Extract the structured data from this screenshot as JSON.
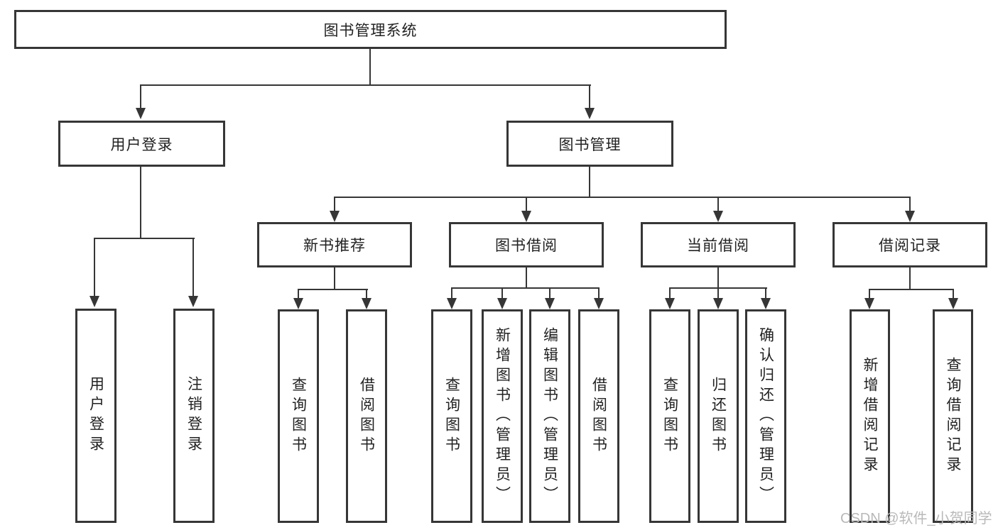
{
  "diagram": {
    "type": "tree",
    "root": {
      "label": "图书管理系统"
    },
    "branches": [
      {
        "label": "用户登录",
        "children": [
          {
            "label": "用户登录"
          },
          {
            "label": "注销登录"
          }
        ]
      },
      {
        "label": "图书管理",
        "children": [
          {
            "label": "新书推荐",
            "children": [
              {
                "label": "查询图书"
              },
              {
                "label": "借阅图书"
              }
            ]
          },
          {
            "label": "图书借阅",
            "children": [
              {
                "label": "查询图书"
              },
              {
                "label": "新增图书（管理员）"
              },
              {
                "label": "编辑图书（管理员）"
              },
              {
                "label": "借阅图书"
              }
            ]
          },
          {
            "label": "当前借阅",
            "children": [
              {
                "label": "查询图书"
              },
              {
                "label": "归还图书"
              },
              {
                "label": "确认归还（管理员）"
              }
            ]
          },
          {
            "label": "借阅记录",
            "children": [
              {
                "label": "新增借阅记录"
              },
              {
                "label": "查询借阅记录"
              }
            ]
          }
        ]
      }
    ],
    "watermark": "CSDN @软件_小贺同学",
    "colors": {
      "background": "#ffffff",
      "border": "#363636",
      "line": "#363636",
      "text": "#222222",
      "watermark": "#b9b9b9"
    }
  }
}
